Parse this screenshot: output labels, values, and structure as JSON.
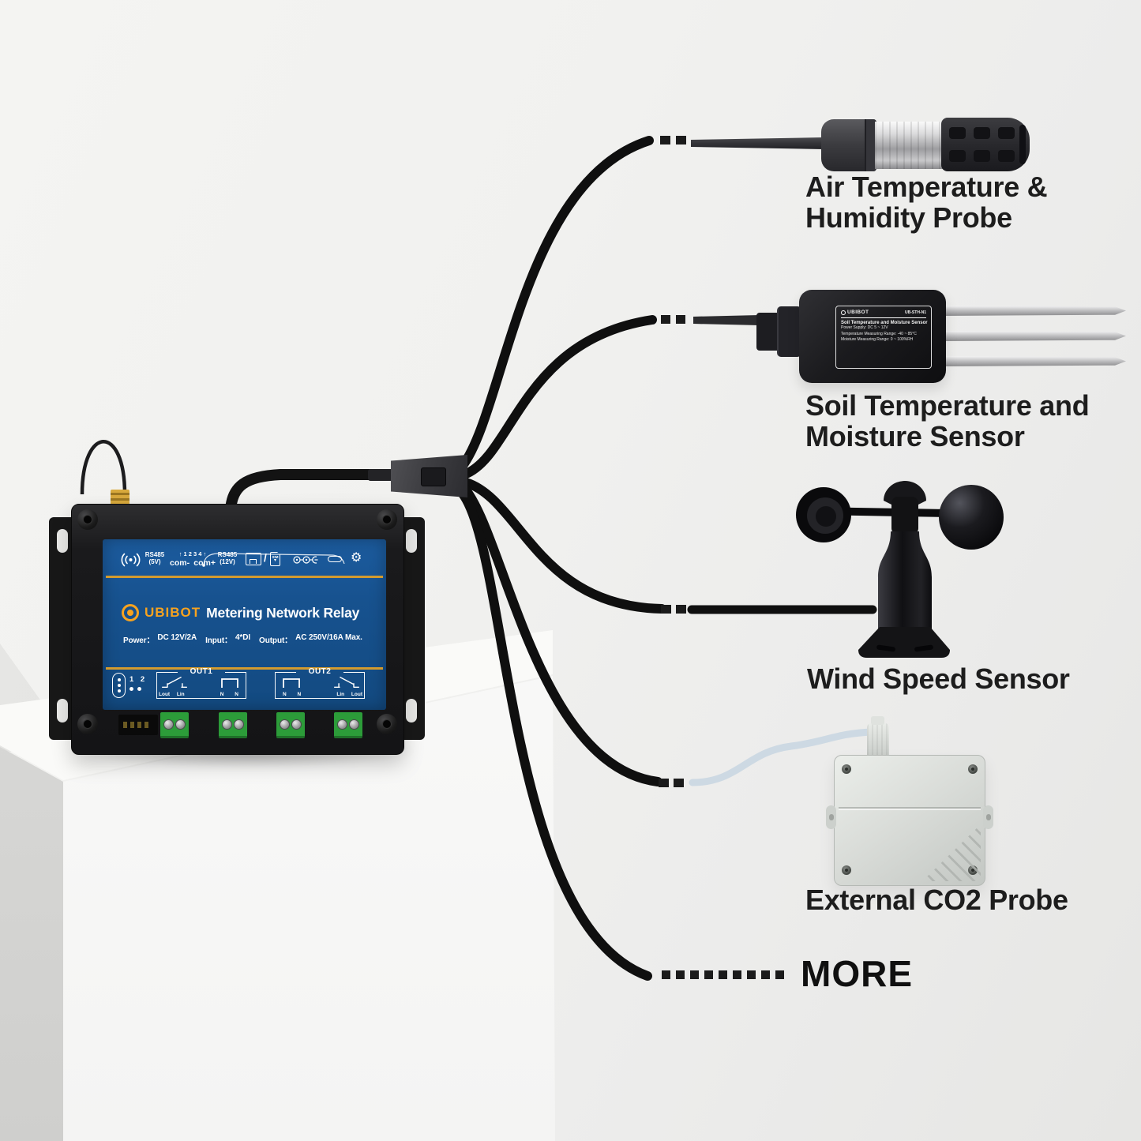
{
  "colors": {
    "panel_blue": "#17528f",
    "accent_gold": "#d39b2e",
    "brand_orange": "#f7a31f",
    "terminal_green": "#2c9a38",
    "cable_black": "#111111",
    "co2_cable_blue": "#cdd9e3"
  },
  "relay": {
    "top_sim_label": "SIM",
    "panel": {
      "rs485_5v": {
        "line1": "RS485",
        "line2": "(5V)"
      },
      "com": {
        "numbers": "↑ 1 2 3 4 ↑",
        "minus": "com-",
        "plus": "com+"
      },
      "rs485_12v": {
        "line1": "RS485",
        "line2": "(12V)"
      },
      "slash": "/",
      "sim_icon_text": "SIM",
      "sim_icon_arrow": "▾",
      "gear_glyph": "⚙",
      "brand": "UBIBOT",
      "title": "Metering Network Relay",
      "specs": {
        "power_label": "Power：",
        "power_value": "DC 12V/2A",
        "input_label": "Input：",
        "input_value": "4*DI",
        "output_label": "Output：",
        "output_value": "AC 250V/16A Max."
      },
      "indicator_numbers": "1 2",
      "out1": {
        "title": "OUT1",
        "left_terminals": "Lout Lin",
        "right_terminals": "N N"
      },
      "out2": {
        "title": "OUT2",
        "left_terminals": "N N",
        "right_terminals": "Lin Lout"
      }
    }
  },
  "soil_label": {
    "brand": "UBIBOT",
    "model": "UB-STH-N1",
    "name": "Soil Temperature and Moisture Sensor",
    "spec1": "Power Supply: DC 5 ~ 12V",
    "spec2": "Temperature Measuring Range: -40 ~ 85°C",
    "spec3": "Moisture Measuring Range: 0 ~ 100%RH"
  },
  "branches": [
    {
      "id": "air",
      "label_line1": "Air Temperature &",
      "label_line2": "Humidity Probe"
    },
    {
      "id": "soil",
      "label_line1": "Soil Temperature and",
      "label_line2": "Moisture Sensor"
    },
    {
      "id": "wind",
      "label_line1": "Wind Speed Sensor",
      "label_line2": ""
    },
    {
      "id": "co2",
      "label_line1": "External CO2 Probe",
      "label_line2": ""
    },
    {
      "id": "more",
      "label_line1": "MORE",
      "label_line2": ""
    }
  ]
}
